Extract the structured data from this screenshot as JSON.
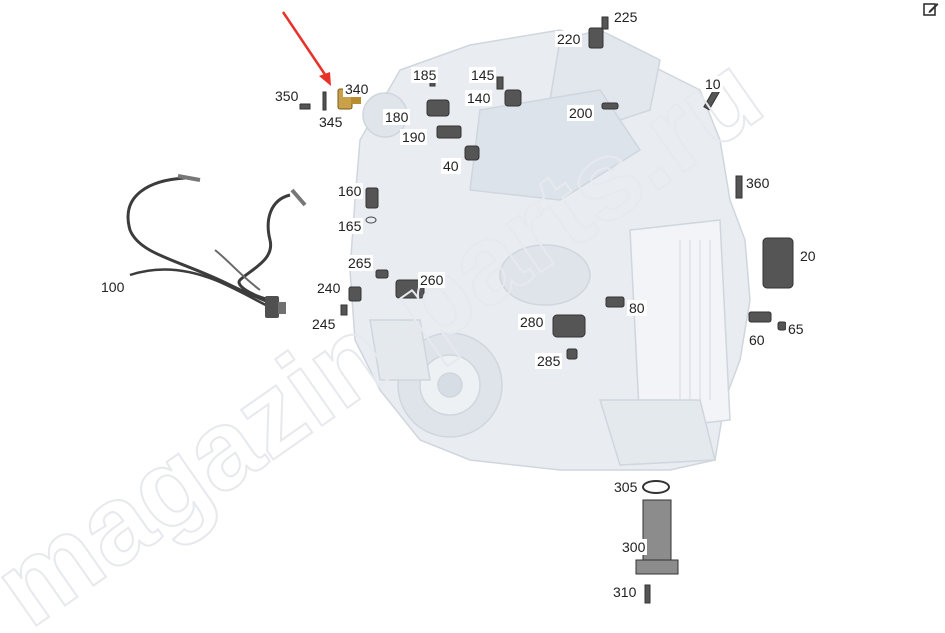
{
  "diagram": {
    "watermark": "magazin-parts.ru",
    "callouts": [
      {
        "id": "225",
        "label": "225"
      },
      {
        "id": "220",
        "label": "220"
      },
      {
        "id": "185",
        "label": "185"
      },
      {
        "id": "145",
        "label": "145"
      },
      {
        "id": "340",
        "label": "340"
      },
      {
        "id": "350",
        "label": "350"
      },
      {
        "id": "345",
        "label": "345"
      },
      {
        "id": "140",
        "label": "140"
      },
      {
        "id": "10",
        "label": "10"
      },
      {
        "id": "180",
        "label": "180"
      },
      {
        "id": "200",
        "label": "200"
      },
      {
        "id": "190",
        "label": "190"
      },
      {
        "id": "40",
        "label": "40"
      },
      {
        "id": "160",
        "label": "160"
      },
      {
        "id": "360",
        "label": "360"
      },
      {
        "id": "165",
        "label": "165"
      },
      {
        "id": "20",
        "label": "20"
      },
      {
        "id": "265",
        "label": "265"
      },
      {
        "id": "260",
        "label": "260"
      },
      {
        "id": "100",
        "label": "100"
      },
      {
        "id": "240",
        "label": "240"
      },
      {
        "id": "80",
        "label": "80"
      },
      {
        "id": "245",
        "label": "245"
      },
      {
        "id": "280",
        "label": "280"
      },
      {
        "id": "65",
        "label": "65"
      },
      {
        "id": "60",
        "label": "60"
      },
      {
        "id": "285",
        "label": "285"
      },
      {
        "id": "305",
        "label": "305"
      },
      {
        "id": "300",
        "label": "300"
      },
      {
        "id": "310",
        "label": "310"
      }
    ],
    "highlighted_part": "340",
    "arrow_color": "#e8312a",
    "part_color": "#4a4a4a",
    "engine_color": "#e8ecf1"
  }
}
